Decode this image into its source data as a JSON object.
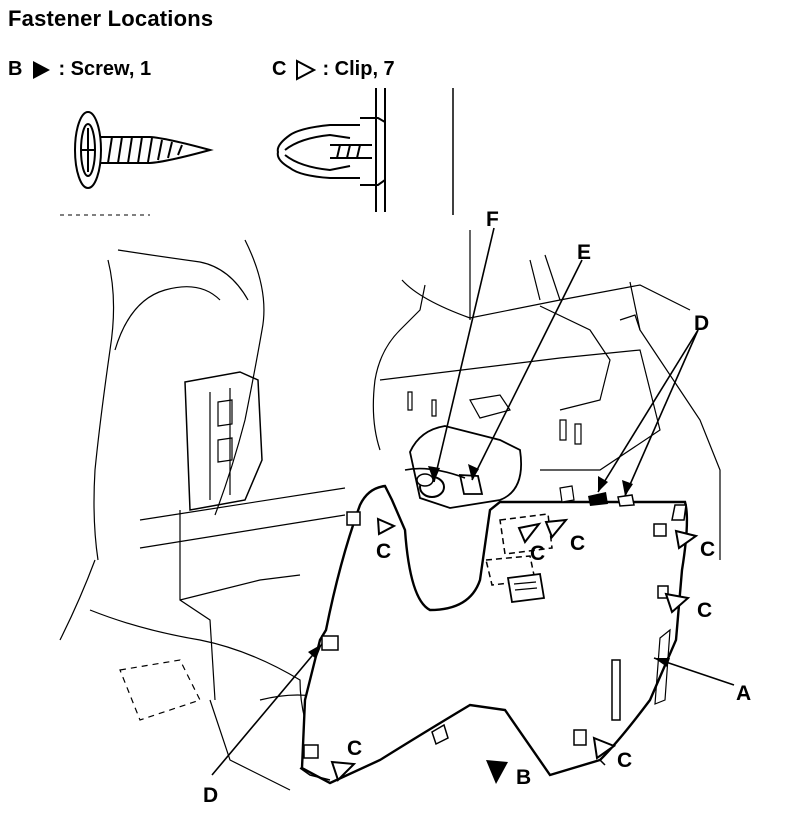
{
  "title": "Fastener Locations",
  "legend": {
    "b": {
      "letter": "B",
      "text": ": Screw, 1",
      "symbol": "filled-triangle-icon"
    },
    "c": {
      "letter": "C",
      "text": ": Clip, 7",
      "symbol": "outline-triangle-icon"
    }
  },
  "callouts": {
    "a": "A",
    "b": "B",
    "c": "C",
    "d": "D",
    "e": "E",
    "f": "F"
  }
}
